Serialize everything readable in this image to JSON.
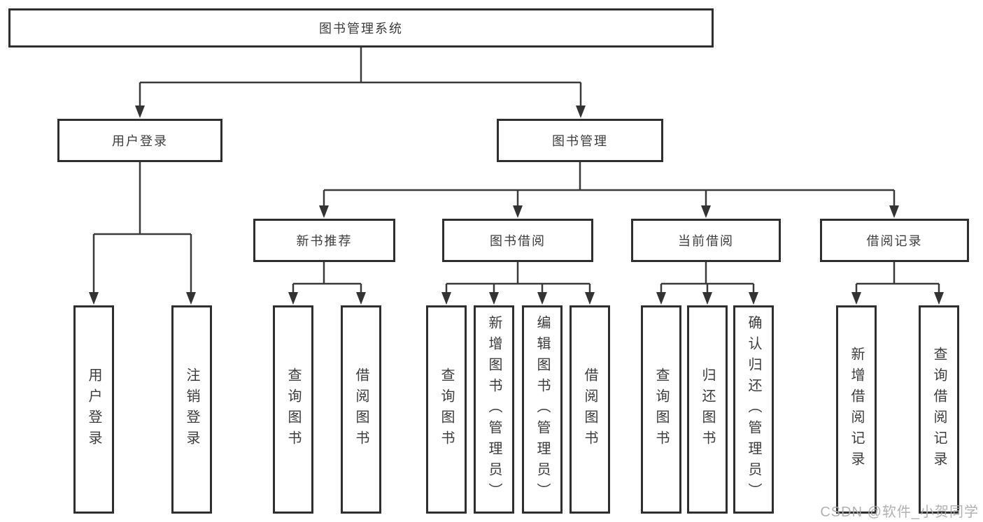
{
  "diagram_type": "hierarchy",
  "tree": {
    "root": {
      "label": "图书管理系统"
    },
    "branches": [
      {
        "label": "用户登录",
        "children": [
          {
            "label": "用户登录"
          },
          {
            "label": "注销登录"
          }
        ]
      },
      {
        "label": "图书管理",
        "children": [
          {
            "label": "新书推荐",
            "children": [
              {
                "label": "查询图书"
              },
              {
                "label": "借阅图书"
              }
            ]
          },
          {
            "label": "图书借阅",
            "children": [
              {
                "label": "查询图书"
              },
              {
                "label": "新增图书（管理员）"
              },
              {
                "label": "编辑图书（管理员）"
              },
              {
                "label": "借阅图书"
              }
            ]
          },
          {
            "label": "当前借阅",
            "children": [
              {
                "label": "查询图书"
              },
              {
                "label": "归还图书"
              },
              {
                "label": "确认归还（管理员）"
              }
            ]
          },
          {
            "label": "借阅记录",
            "children": [
              {
                "label": "新增借阅记录"
              },
              {
                "label": "查询借阅记录"
              }
            ]
          }
        ]
      }
    ]
  },
  "watermark": {
    "text": "CSDN @软件_小贺同学"
  },
  "colors": {
    "line": "#3a3a3a",
    "box_border": "#2f2f2f",
    "text": "#3c3c3c",
    "background": "#ffffff",
    "watermark": "#ababab"
  }
}
